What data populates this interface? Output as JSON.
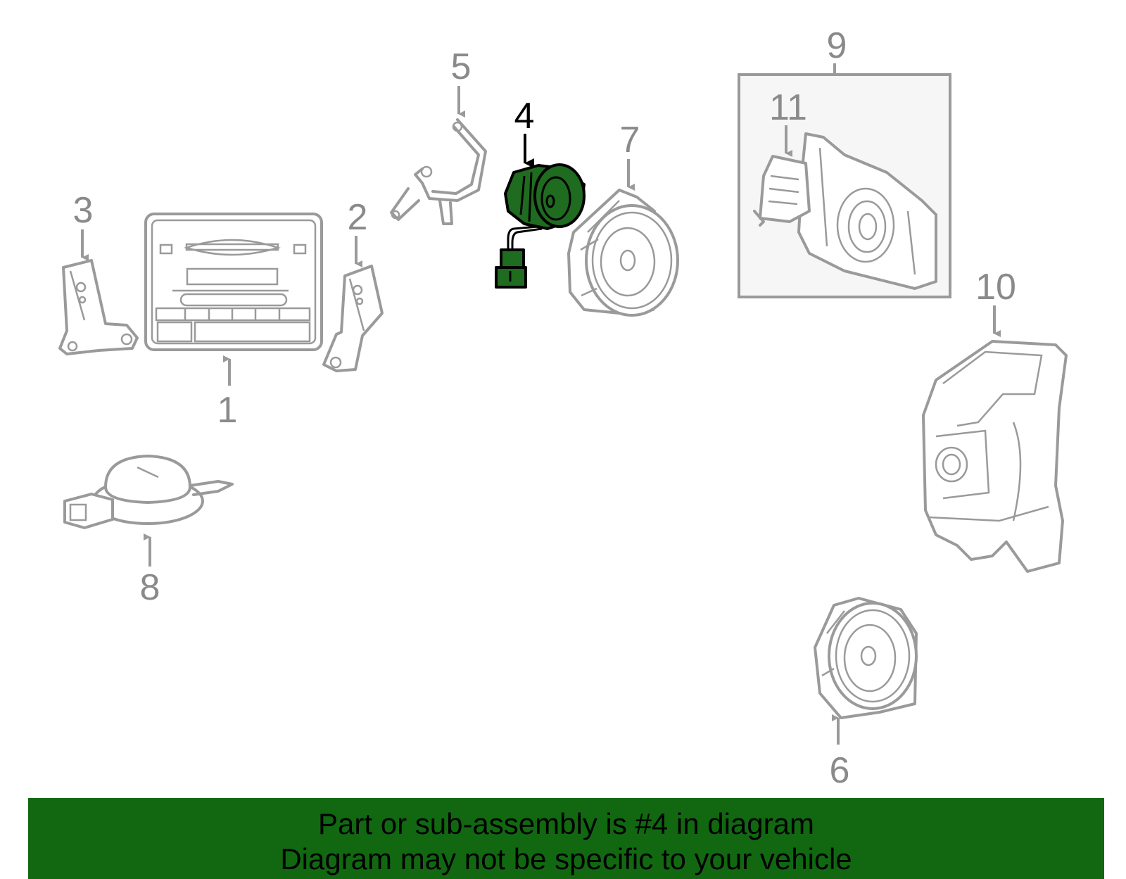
{
  "callouts": {
    "c1": "1",
    "c2": "2",
    "c3": "3",
    "c4": "4",
    "c5": "5",
    "c6": "6",
    "c7": "7",
    "c8": "8",
    "c9": "9",
    "c10": "10",
    "c11": "11"
  },
  "highlighted_part": "4",
  "colors": {
    "highlight": "#1f6b1f",
    "banner": "#116811",
    "line": "#9a9a9a"
  },
  "banner": {
    "line1": "Part or sub-assembly is #4 in diagram",
    "line2": "Diagram may not be specific to your vehicle"
  }
}
